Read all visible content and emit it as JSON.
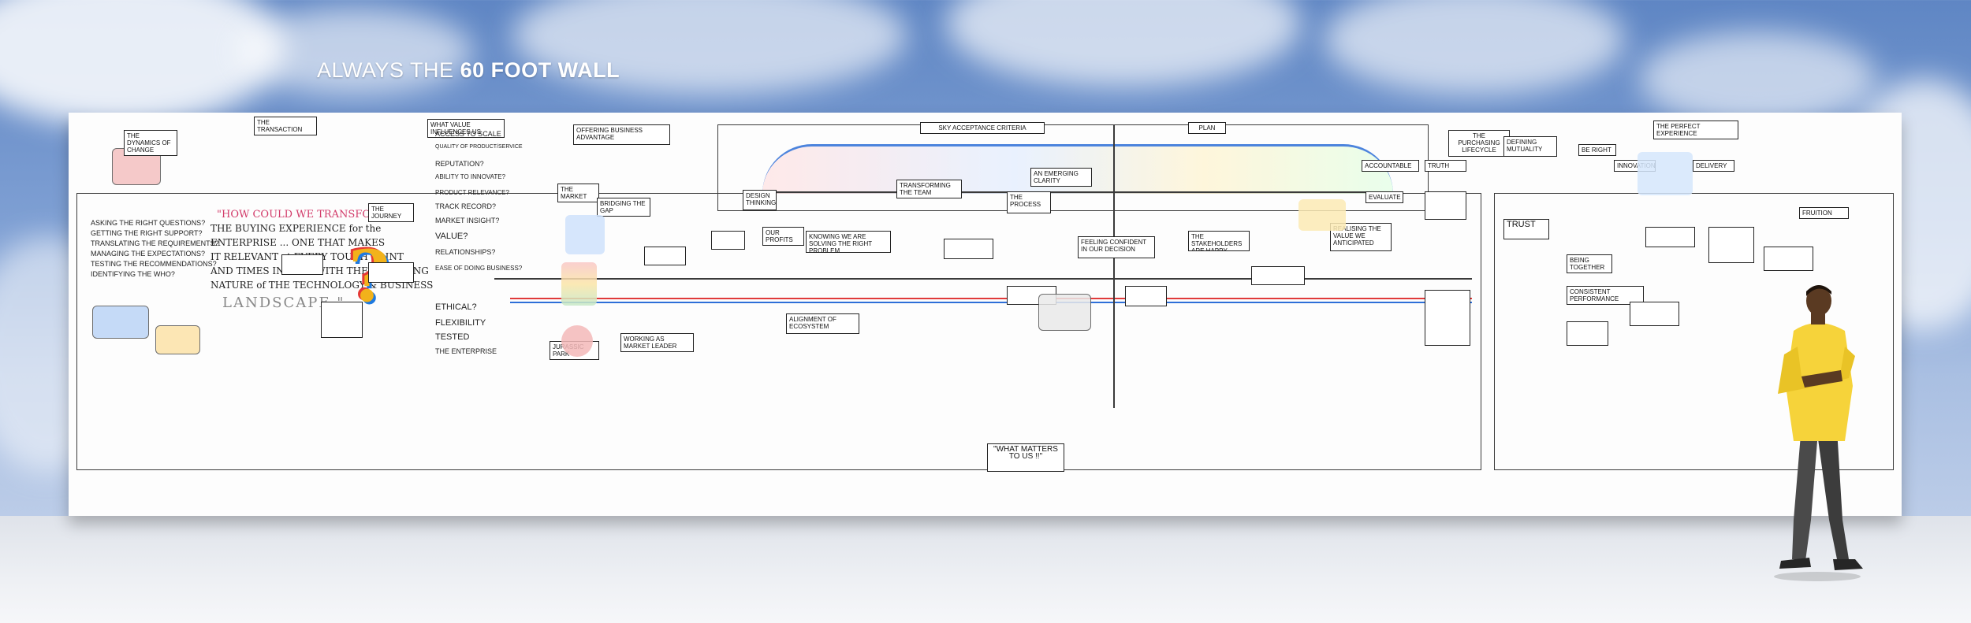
{
  "header": {
    "title_prefix": "ALWAYS THE",
    "title_bold": "60 FOOT WALL"
  },
  "wall": {
    "top_banner": "SKY ACCEPTANCE CRITERIA",
    "plan_label": "PLAN",
    "lifecycle_label": "THE PURCHASING LIFECYCLE",
    "bottom_center": "\"WHAT MATTERS TO US !!\"",
    "left_quote_1": "\"HOW COULD WE TRANSFORM",
    "left_quote_2": "THE BUYING EXPERIENCE for the",
    "left_quote_3": "ENTERPRISE ... ONE THAT MAKES",
    "left_quote_4": "IT RELEVANT at EVERY TOUCH POINT",
    "left_quote_5": "AND TIMES IN LINE WITH THE CHANGING",
    "left_quote_6": "NATURE of THE TECHNOLOGY & BUSINESS",
    "left_quote_7": "LANDSCAPE \"",
    "left_questions": [
      "ASKING THE RIGHT QUESTIONS?",
      "GETTING THE RIGHT SUPPORT?",
      "TRANSLATING THE REQUIREMENTS?",
      "MANAGING THE EXPECTATIONS?",
      "TESTING THE RECOMMENDATIONS?",
      "IDENTIFYING THE WHO?"
    ],
    "influence_list": [
      "WHAT VALUE INFLUENCES US",
      "ACCESS to SCALE",
      "QUALITY OF PRODUCT/SERVICE",
      "REPUTATION?",
      "ABILITY TO INNOVATE?",
      "PRODUCT RELEVANCE?",
      "TRACK RECORD?",
      "MARKET INSIGHT?",
      "VALUE?",
      "RELATIONSHIPS?",
      "EASE OF DOING BUSINESS?",
      "ETHICAL?",
      "FLEXIBILITY",
      "TESTED",
      "THE ENTERPRISE"
    ],
    "boxes": {
      "b1": "THE DYNAMICS OF CHANGE",
      "b2": "THE TRANSACTION",
      "b3": "OFFERING BUSINESS ADVANTAGE",
      "b4": "THE JOURNEY",
      "b5": "THE MARKET",
      "b6": "DESIGN THINKING",
      "b7": "KNOWING WE ARE SOLVING THE RIGHT PROBLEM",
      "b8": "TRANSFORMING THE TEAM",
      "b9": "OUR PROFITS",
      "b10": "BRIDGING THE GAP",
      "b11": "THE PROCESS",
      "b12": "FEELING CONFIDENT IN OUR DECISION",
      "b13": "AN EMERGING CLARITY",
      "b14": "THE STAKEHOLDERS ARE HAPPY",
      "b15": "REALISING THE VALUE WE ANTICIPATED",
      "b16": "TRUST",
      "b17": "THE PERFECT EXPERIENCE",
      "b18": "BEING TOGETHER",
      "b19": "CONSISTENT PERFORMANCE",
      "b20": "BE RIGHT",
      "b21": "INNOVATION",
      "b22": "DELIVERY",
      "b23": "FRUITION",
      "b24": "JURASSIC PARK",
      "b25": "WORKING AS MARKET LEADER",
      "b26": "EVALUATE",
      "b27": "ALIGNMENT OF ECOSYSTEM",
      "b28": "TRUTH",
      "b29": "DEFINING MUTUALITY",
      "b30": "ACCOUNTABLE"
    },
    "colors": {
      "ink": "#222222",
      "accent_red": "#e03a3a",
      "accent_blue": "#2e6fd8",
      "accent_yellow": "#f2b21b",
      "person_shirt": "#f6d33a"
    }
  }
}
